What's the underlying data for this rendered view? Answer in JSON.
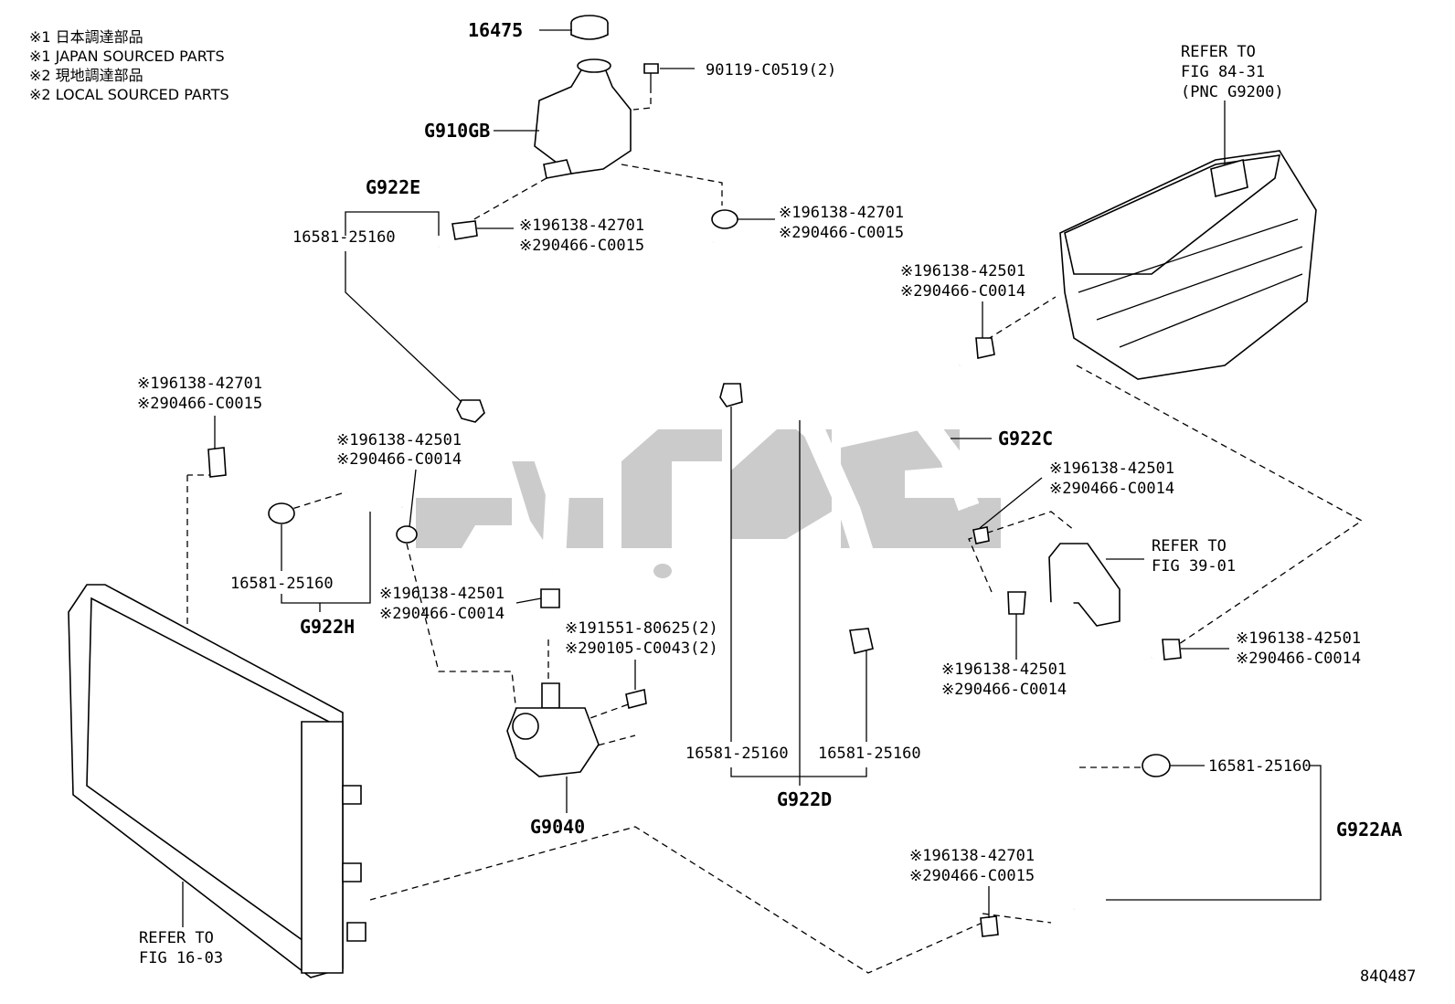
{
  "notes": [
    "※1 日本調達部品",
    "※1 JAPAN SOURCED PARTS",
    "※2 現地調達部品",
    "※2 LOCAL SOURCED PARTS"
  ],
  "labels": {
    "cap": "16475",
    "bolt": "90119-C0519(2)",
    "tank": "G910GB",
    "g922e": "G922E",
    "clamp_g922e": "16581-25160",
    "clip_tank_a": "※196138-42701",
    "clip_tank_b": "※290466-C0015",
    "clip_center_a": "※196138-42701",
    "clip_center_b": "※290466-C0015",
    "inverter_ref_1": "REFER TO",
    "inverter_ref_2": "FIG 84-31",
    "inverter_ref_3": "(PNC G9200)",
    "clip_inv_a": "※196138-42501",
    "clip_inv_b": "※290466-C0014",
    "g922c": "G922C",
    "clip_left_a": "※196138-42701",
    "clip_left_b": "※290466-C0015",
    "clip_g922h_a": "※196138-42501",
    "clip_g922h_b": "※290466-C0014",
    "clip_right_a": "※196138-42501",
    "clip_right_b": "※290466-C0014",
    "ref_39_1": "REFER TO",
    "ref_39_2": "FIG 39-01",
    "clamp_g922h": "16581-25160",
    "g922h": "G922H",
    "clip_pump_a": "※196138-42501",
    "clip_pump_b": "※290466-C0014",
    "pump_bolt_a": "※191551-80625(2)",
    "pump_bolt_b": "※290105-C0043(2)",
    "clip_lower_right_a": "※196138-42501",
    "clip_lower_right_b": "※290466-C0014",
    "clip_mid_a": "※196138-42501",
    "clip_mid_b": "※290466-C0014",
    "clamp_g922d_1": "16581-25160",
    "clamp_g922d_2": "16581-25160",
    "g922d": "G922D",
    "g9040": "G9040",
    "clamp_g922aa": "16581-25160",
    "g922aa": "G922AA",
    "clip_bottom_a": "※196138-42701",
    "clip_bottom_b": "※290466-C0015",
    "radiator_ref_1": "REFER TO",
    "radiator_ref_2": "FIG 16-03",
    "figure_id": "84Q487"
  }
}
